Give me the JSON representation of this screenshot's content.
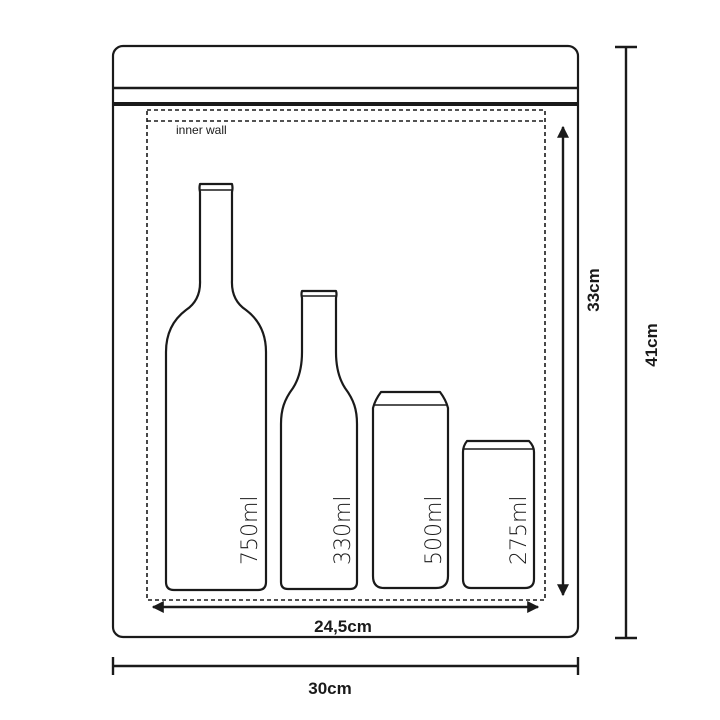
{
  "labels": {
    "inner_wall": "inner wall",
    "inner_width": "24,5cm",
    "outer_width": "30cm",
    "inner_height": "33cm",
    "outer_height": "41cm"
  },
  "containers": [
    {
      "kind": "wine-bottle",
      "volume": "750ml"
    },
    {
      "kind": "beer-bottle",
      "volume": "330ml"
    },
    {
      "kind": "large-can",
      "volume": "500ml"
    },
    {
      "kind": "small-can",
      "volume": "275ml"
    }
  ]
}
